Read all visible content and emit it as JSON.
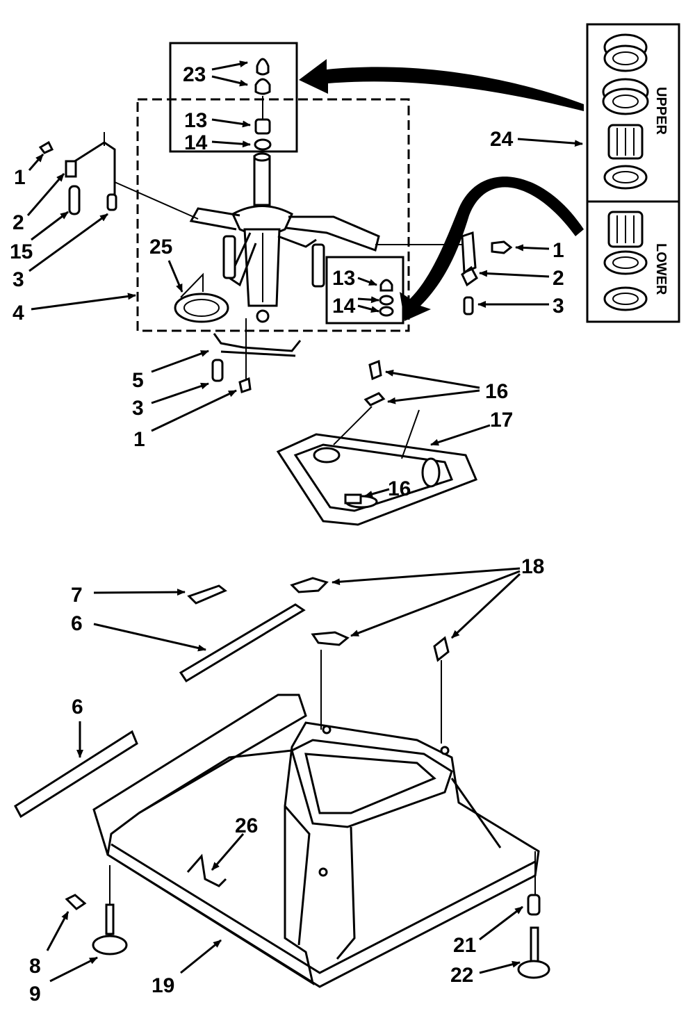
{
  "diagram": {
    "callouts": {
      "c1a": "1",
      "c2a": "2",
      "c15": "15",
      "c3a": "3",
      "c4": "4",
      "c23": "23",
      "c13a": "13",
      "c14a": "14",
      "c25": "25",
      "c13b": "13",
      "c14b": "14",
      "c1b": "1",
      "c2b": "2",
      "c3b": "3",
      "c24": "24",
      "c5": "5",
      "c3c": "3",
      "c1c": "1",
      "c16a": "16",
      "c17": "17",
      "c16b": "16",
      "c18": "18",
      "c7": "7",
      "c6a": "6",
      "c6b": "6",
      "c26": "26",
      "c8": "8",
      "c9": "9",
      "c19": "19",
      "c21": "21",
      "c22": "22"
    },
    "panel_labels": {
      "upper": "UPPER",
      "lower": "LOWER"
    }
  }
}
